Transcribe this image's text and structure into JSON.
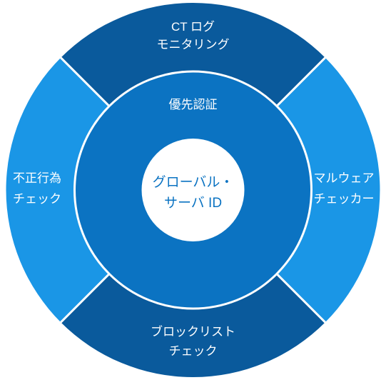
{
  "diagram": {
    "center": {
      "lines": [
        "グローバル・",
        "サーバ ID"
      ]
    },
    "inner_ring": {
      "label": "優先認証"
    },
    "outer_segments": {
      "top": {
        "lines": [
          "CT ログ",
          "モニタリング"
        ]
      },
      "right": {
        "lines": [
          "マルウェア",
          "チェッカー"
        ]
      },
      "bottom": {
        "lines": [
          "ブロックリスト",
          "チェック"
        ]
      },
      "left": {
        "lines": [
          "不正行為",
          "チェック"
        ]
      }
    },
    "colors": {
      "dark_blue": "#0a5a9c",
      "light_blue": "#1a96e6",
      "inner_blue": "#0b73c2",
      "divider": "#ffffff",
      "hub": "#ffffff"
    }
  }
}
